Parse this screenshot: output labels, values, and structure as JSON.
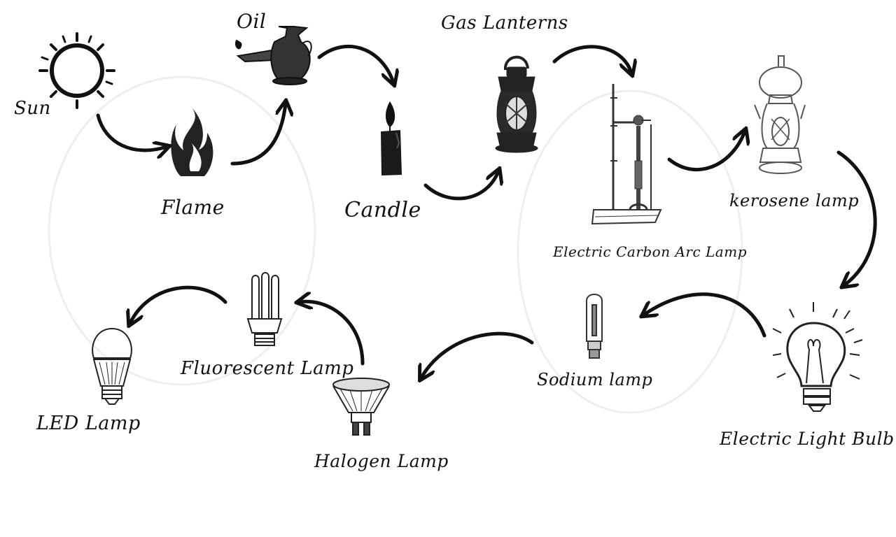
{
  "labels": {
    "sun": "Sun",
    "flame": "Flame",
    "oil": "Oil",
    "candle": "Candle",
    "gas_lanterns": "Gas Lanterns",
    "electric_carbon_arc_lamp": "Electric Carbon Arc Lamp",
    "kerosene_lamp": "kerosene lamp",
    "electric_light_bulb": "Electric Light Bulb",
    "sodium_lamp": "Sodium lamp",
    "halogen_lamp": "Halogen Lamp",
    "fluorescent_lamp": "Fluorescent Lamp",
    "led_lamp": "LED Lamp"
  },
  "colors": {
    "ink": "#111111",
    "background": "#ffffff",
    "sketch_gray": "#555555"
  },
  "icons": [
    "sun-icon",
    "flame-icon",
    "oil-lamp-icon",
    "candle-icon",
    "gas-lantern-icon",
    "carbon-arc-lamp-icon",
    "kerosene-lamp-icon",
    "light-bulb-icon",
    "sodium-lamp-icon",
    "halogen-lamp-icon",
    "fluorescent-lamp-icon",
    "led-lamp-icon"
  ]
}
